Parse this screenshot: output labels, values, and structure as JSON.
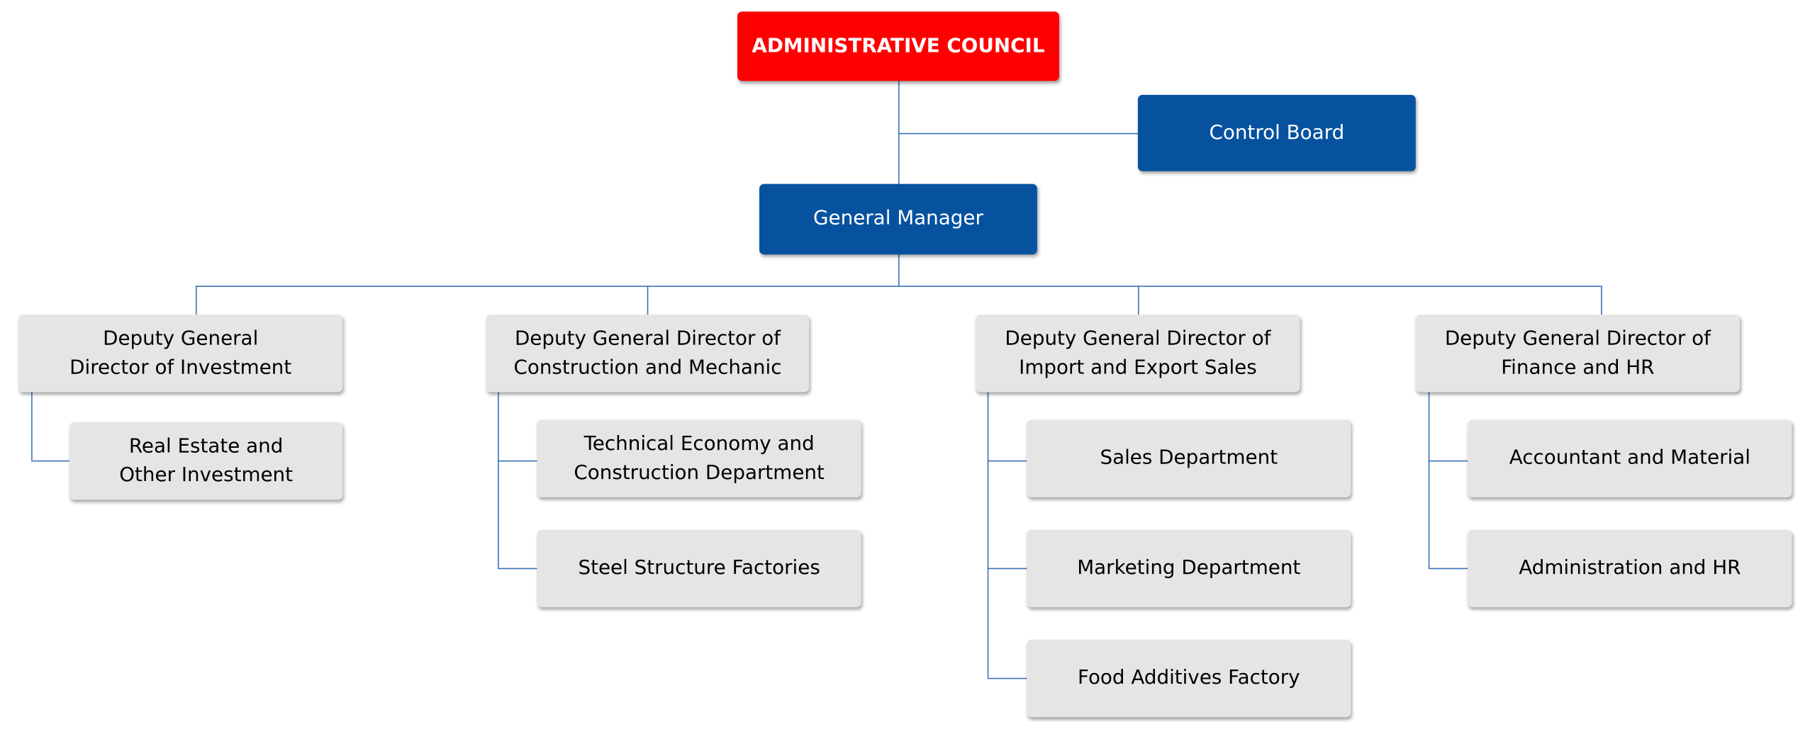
{
  "top": {
    "council": "ADMINISTRATIVE COUNCIL",
    "control_board": "Control Board",
    "general_manager": "General Manager"
  },
  "colors": {
    "council": "#ff0000",
    "management": "#06529f",
    "department": "#e5e5e5",
    "connector": "#3b74b8"
  },
  "deputies": [
    {
      "title": "Deputy General\nDirector of Investment",
      "children": [
        "Real Estate and\nOther Investment"
      ]
    },
    {
      "title": "Deputy General Director of\nConstruction and Mechanic",
      "children": [
        "Technical Economy and\nConstruction Department",
        "Steel Structure Factories"
      ]
    },
    {
      "title": "Deputy General Director of\nImport and Export Sales",
      "children": [
        "Sales Department",
        "Marketing Department",
        "Food Additives Factory"
      ]
    },
    {
      "title": "Deputy General Director of\nFinance and HR",
      "children": [
        "Accountant and Material",
        "Administration and HR"
      ]
    }
  ]
}
